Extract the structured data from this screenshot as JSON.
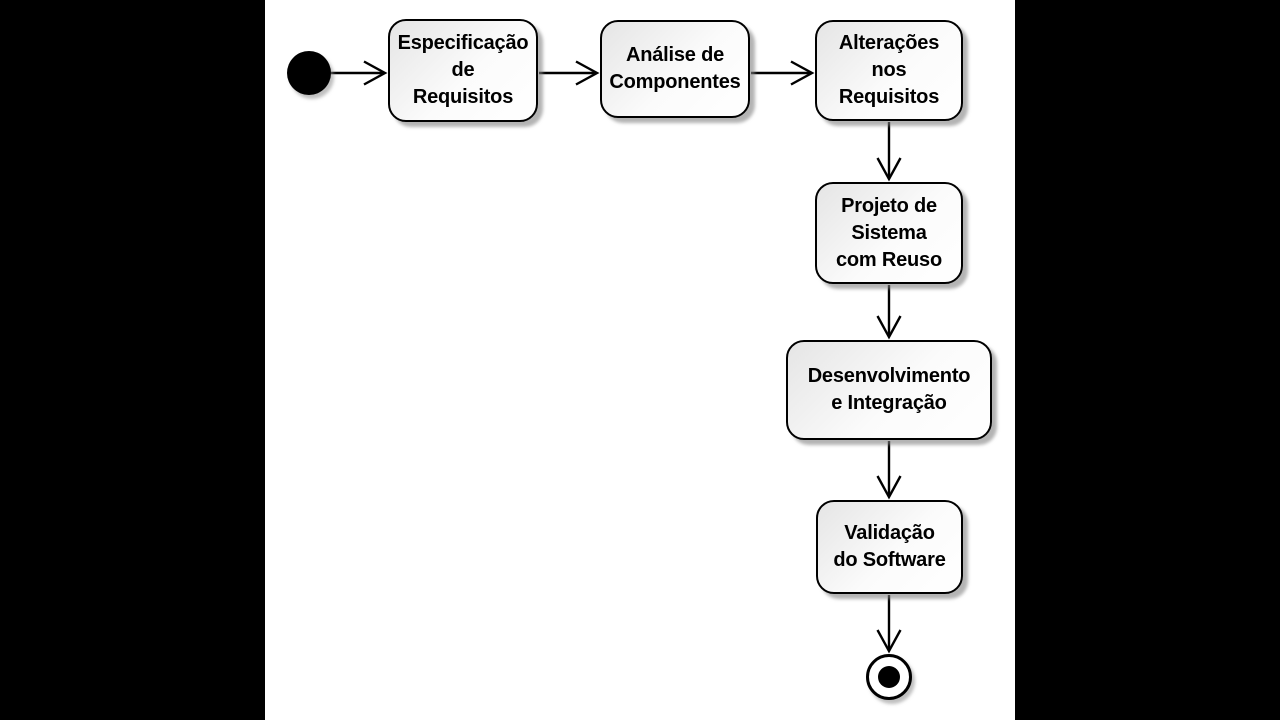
{
  "diagram": {
    "kind": "uml-activity-diagram",
    "language": "pt-BR",
    "colors": {
      "background": "#ffffff",
      "letterbox": "#000000",
      "node_border": "#000000",
      "node_fill_top": "#e5e5e5",
      "node_fill_bottom": "#ffffff",
      "text": "#000000",
      "shadow": "#828282"
    },
    "nodes": {
      "start": {
        "label": "",
        "shape": "filled-circle"
      },
      "activities": [
        {
          "id": "especificacao",
          "label": "Especificação\nde\nRequisitos"
        },
        {
          "id": "analise",
          "label": "Análise de\nComponentes"
        },
        {
          "id": "alteracoes",
          "label": "Alterações\nnos\nRequisitos"
        },
        {
          "id": "projeto",
          "label": "Projeto de\nSistema\ncom Reuso"
        },
        {
          "id": "desenvolvimento",
          "label": "Desenvolvimento\ne Integração"
        },
        {
          "id": "validacao",
          "label": "Validação\ndo Software"
        }
      ],
      "end": {
        "label": "",
        "shape": "circle-with-dot"
      }
    },
    "edges": [
      {
        "from": "start",
        "to": "especificacao"
      },
      {
        "from": "especificacao",
        "to": "analise"
      },
      {
        "from": "analise",
        "to": "alteracoes"
      },
      {
        "from": "alteracoes",
        "to": "projeto"
      },
      {
        "from": "projeto",
        "to": "desenvolvimento"
      },
      {
        "from": "desenvolvimento",
        "to": "validacao"
      },
      {
        "from": "validacao",
        "to": "end"
      }
    ]
  }
}
